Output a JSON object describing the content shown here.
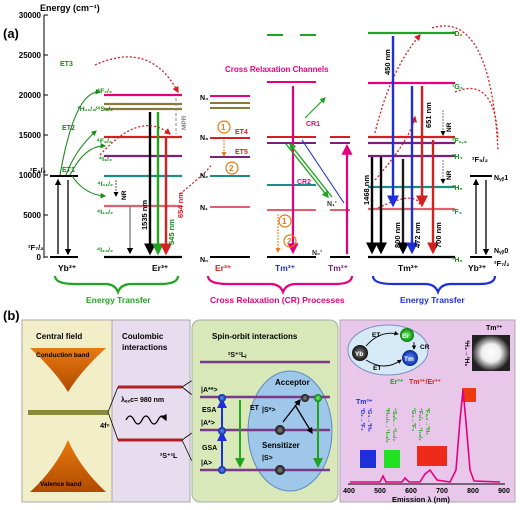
{
  "panel_a": {
    "panel_label": "(a)",
    "axis_title": "Energy (cm⁻¹)",
    "ticks": [
      "30000",
      "25000",
      "20000",
      "15000",
      "10000",
      "5000",
      "0"
    ],
    "yb_left": {
      "upper": "²F₅/₂",
      "lower": "²F₇/₂",
      "ion": "Yb³⁺"
    },
    "et_labels": [
      "ET3",
      "ET2",
      "ET1"
    ],
    "er_levels": [
      "⁴F₇/₂",
      "²H₁₁/₂/⁴S₃/₂",
      "⁴F₉/₂",
      "⁴I₉/₂",
      "⁴I₁₁/₂",
      "⁴I₁₃/₂",
      "⁴I₁₅/₂"
    ],
    "er_ion": "Er³⁺",
    "er_arrows": [
      "1535 nm",
      "545 nm",
      "654 nm",
      "MPR",
      "NR"
    ],
    "cr_title": "Cross Relaxation Channels",
    "n_levels": [
      "N₄",
      "N₃",
      "N₂",
      "N₁",
      "N₀"
    ],
    "n_prime": [
      "N₁'",
      "N₀'"
    ],
    "et45": [
      "ET4",
      "ET5"
    ],
    "circled": [
      "1",
      "2"
    ],
    "cr_labels": [
      "CR1",
      "CR2"
    ],
    "cr_ions": [
      "Er³⁺",
      "Tm³⁺",
      "Tm³⁺"
    ],
    "tm_levels": [
      "¹D₂",
      "¹G₄",
      "³F₂,₃",
      "³H₄",
      "³H₅",
      "³F₄",
      "³H₆"
    ],
    "tm_arrows": [
      "450 nm",
      "651 nm",
      "1468 nm",
      "800 nm",
      "472 nm",
      "700 nm",
      "NR",
      "NR"
    ],
    "yb_right": {
      "upper": "²F₅/₂",
      "lower": "²F₇/₂",
      "n_upper": "Nᵧᵦ1",
      "n_lower": "Nᵧᵦ0"
    },
    "bottom_ions": [
      "Yb³⁺",
      "Er³⁺",
      "Er³⁺",
      "Tm³⁺",
      "Tm³⁺",
      "Tm³⁺",
      "Yb³⁺"
    ],
    "groups": [
      "Energy Transfer",
      "Cross Relaxation (CR) Processes",
      "Energy Transfer"
    ]
  },
  "panel_b": {
    "panel_label": "(b)",
    "central_field": "Central field",
    "conduction_band": "Conduction band",
    "valence_band": "Valence band",
    "orbital": "4fⁿ",
    "coulombic": [
      "Coulombic",
      "interactions"
    ],
    "excitation": "λₑₓc= 980 nm",
    "level_2S1L": "²S⁺¹L",
    "spin_orbit": "Spin-orbit interactions",
    "level_2S1LJ": "²S⁺¹Lⱼ",
    "states": [
      "|A**>",
      "|A*>",
      "|A>",
      "|S*>",
      "|S>"
    ],
    "processes": [
      "ESA",
      "GSA",
      "ET"
    ],
    "acceptor": "Acceptor",
    "sensitizer": "Sensitizer",
    "inset": {
      "yb": "Yb",
      "er": "Er",
      "tm": "Tm",
      "et1": "ET",
      "et2": "ET",
      "cr": "CR"
    },
    "tm3_label": "Tm³⁺",
    "tm_trans": "³H₄→³H₆",
    "legend_er": "Er³⁺",
    "legend_mix": "Tm³⁺/Er³⁺",
    "legend_tm": "Tm³⁺",
    "trans_blue": [
      "¹D₂→³F₄",
      "¹G₄→³H₆"
    ],
    "trans_green": [
      "²H₁₁/₂→⁴I₁₅/₂",
      "⁴S₃/₂→⁴I₁₅/₂"
    ],
    "trans_red": [
      "¹G₄→³F₄",
      "⁴F₉/₂→⁴I₁₅/₂",
      "³F₂,₃→³H₆"
    ],
    "xlabel": "Emission λ (nm)",
    "xticks": [
      "400",
      "500",
      "600",
      "700",
      "800",
      "900"
    ]
  },
  "colors": {
    "magenta": "#e6007e",
    "red": "#d42020",
    "green": "#1fa51f",
    "blue": "#1f2fd8",
    "brown": "#8a7a3a",
    "teal": "#1e8a8a",
    "purple": "#7a1f7a"
  }
}
